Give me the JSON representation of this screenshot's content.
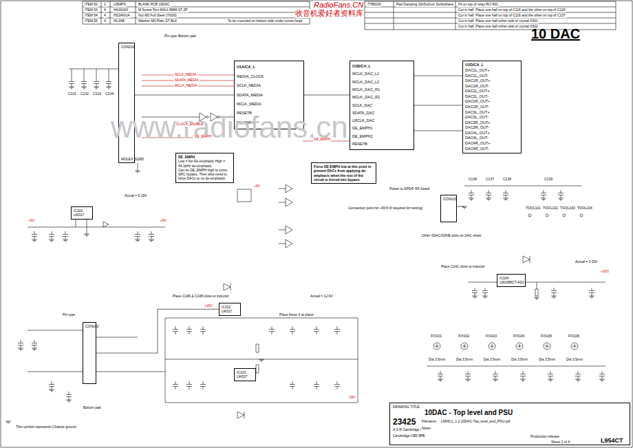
{
  "diagram": {
    "title": "10 DAC",
    "nodes": [
      {
        "text": [
          "CON101",
          "MOLEX 52265"
        ]
      },
      {
        "text": [
          "U1A/CA_L",
          "MEDIA_CLOCK",
          "SCLK_MEDIA",
          "SDATA_MEDIA",
          "MCLK_MEDIA",
          "RESETB",
          "DE_EMPH"
        ]
      },
      {
        "text": [
          "U1B/CA_L",
          "MCLK_DAC_L1",
          "MCLK_DAC_L2",
          "MCLK_DAC_R1",
          "MCLK_DAC_R2",
          "SCLK_DAC",
          "SDATA_DAC",
          "LRCLK_DAC",
          "DE_EMPH1",
          "DE_EMPH2",
          "RESETB"
        ]
      },
      {
        "text": [
          "U1D/CA_L",
          "DAC1L_OUT+",
          "DAC1L_OUT-",
          "DAC1R_OUT+",
          "DAC1R_OUT-",
          "DAC2L_OUT+",
          "DAC2L_OUT-",
          "DAC2R_OUT+",
          "DAC2R_OUT-",
          "DAC3L_OUT+",
          "DAC3L_OUT-",
          "DAC3R_OUT+",
          "DAC3R_OUT-",
          "DAC4L_OUT+",
          "DAC4L_OUT-",
          "DAC4R_OUT+",
          "DAC4R_OUT-"
        ]
      },
      {
        "text": [
          "IC101",
          "LM317"
        ]
      },
      {
        "text": [
          "IC102",
          "LM317"
        ]
      },
      {
        "text": [
          "IC103",
          "LM337"
        ]
      },
      {
        "text": [
          "IC104",
          "LM1086CT-ADJ"
        ]
      },
      {
        "text": [
          "CON102"
        ]
      },
      {
        "text": [
          "DE_EMPH",
          "Low = No De-emphasis High = 44.1kHz de-emphasis",
          "Can tie DE_EMPH high to cross SRC bypass. Then also need to force DACs to no de-emphasis"
        ]
      },
      {
        "text": [
          "Force DE-EMPH low at this point to prevent DACs from applying de-emphasis when the rest of the circuit is forced into bypass"
        ]
      },
      {
        "text": [
          "CON103"
        ]
      },
      {
        "text": [
          "DRAWING TITLE",
          "10DAC - Top level and PSU",
          "23425"
        ]
      }
    ],
    "edges": [
      {
        "from": 0,
        "to": 1,
        "arrow": "none"
      },
      {
        "from": 1,
        "to": 2,
        "arrow": "none"
      },
      {
        "from": 2,
        "to": 3,
        "arrow": "none"
      },
      {
        "from": 8,
        "to": 5,
        "arrow": "none"
      }
    ],
    "labels": [
      "RadioFans.CN",
      "收音机爱好者资料库",
      "www.radiofans.cn",
      "ITEM 52",
      "1",
      "L954PS",
      "BLANK PCB 10DAC",
      "ITEM 53",
      "4",
      "HA3016X",
      "M Screw Torx M3x1 8MM ST ZP",
      "ITEM 54",
      "4",
      "HS3ANUA",
      "Nut M3 Full Steel (7/000)",
      "ITEM 55",
      "4",
      "HL3AB",
      "Washer M3 Plain ST BLK",
      "To be mounted on bottom side under screw head",
      "7788100",
      "Pad Damping 16x5x2mm Sorbothane",
      "Fit on top of relay RLY401",
      "Cut in half. Place one half on top of C116 and the other on top of C120",
      "Cut in half. Place one half on top of C116 and the other on top of C137",
      "Cut in half. Place one half either side of crystal X301",
      "Cut in half. Place one half either side of crystal X302",
      "Pin type",
      "Bottom pad",
      "SCLK_MEDIA",
      "SDATA_MEDIA",
      "MCLK_MEDIA",
      "DE_EMPH",
      "CLOCK_ENABLE",
      "DE_EMPH",
      "Actual = 5.15V",
      "+5V",
      "+5V",
      "+5V",
      "Actual = 12.6V",
      "Place C146 & C148 close to inductor",
      "Place these 4 at plane",
      "+15V",
      "-15V",
      "Power to SPDIF RX board",
      "Connection point for +6V4 (if required for testing)",
      "Place C141 close to inductor",
      "Actual = 3.33V",
      "+3V3",
      "Other 0DAC/0DNE plots on DAC sheet",
      "This symbol represents Chassis ground",
      "Bottom pad",
      "Pin type",
      "FIX101",
      "FIX102",
      "FIX103",
      "FIX104",
      "FIX105",
      "FIX106",
      "Dia 3.5mm",
      "Dia 3.5mm",
      "Dia 3.5mm",
      "Dia 3.5mm",
      "Dia 3.5mm",
      "Dia 3.5mm",
      "Filename:",
      "L954C1_1.2-10DAC-Top_level_and_PSU.pdf",
      "Production release",
      "Sheet 1 of 4",
      "L954CT",
      "A S R Cambridge Ltd.",
      "Cambridge CB5 8PB",
      "Notes",
      "C101",
      "C102",
      "C103",
      "C104",
      "C136",
      "C137",
      "C138",
      "C139",
      "TOOL101",
      "TOOL102",
      "TOOL103",
      "TOOL104"
    ]
  }
}
